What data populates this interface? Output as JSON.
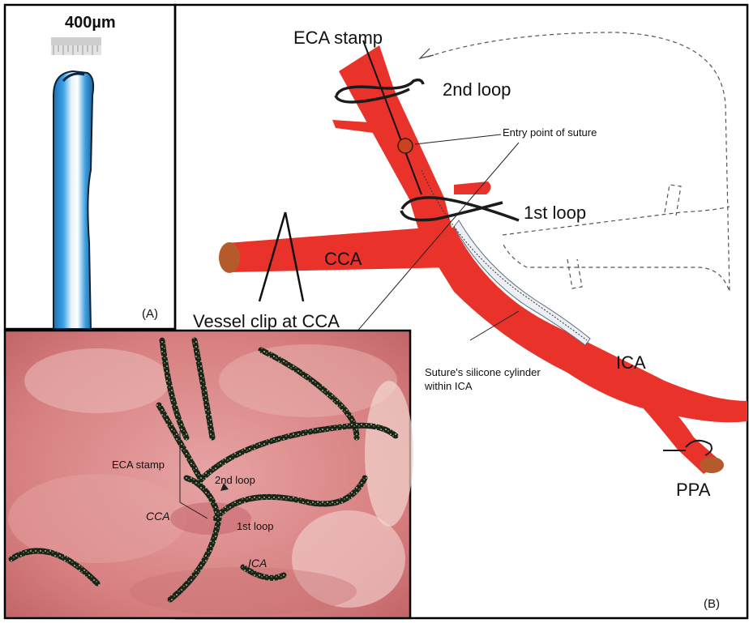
{
  "panel_a": {
    "scale_label": "400µm",
    "panel_letter": "(A)"
  },
  "panel_b": {
    "panel_letter": "(B)",
    "labels": {
      "eca_stamp": "ECA stamp",
      "second_loop": "2nd loop",
      "entry_point": "Entry point of suture",
      "first_loop": "1st loop",
      "cca": "CCA",
      "vessel_clip": "Vessel clip at CCA",
      "ica": "ICA",
      "suture_cylinder_line1": "Suture's silicone cylinder",
      "suture_cylinder_line2": "within ICA",
      "ppa": "PPA"
    }
  },
  "photo": {
    "labels": {
      "eca_stamp": "ECA stamp",
      "second_loop": "2nd loop",
      "cca": "CCA",
      "first_loop": "1st loop",
      "ica": "ICA"
    }
  },
  "colors": {
    "vessel_red": "#e8322a",
    "suture_blue": "#2a8fd6",
    "tissue_pink": "#d98a8a",
    "border": "#000000"
  }
}
